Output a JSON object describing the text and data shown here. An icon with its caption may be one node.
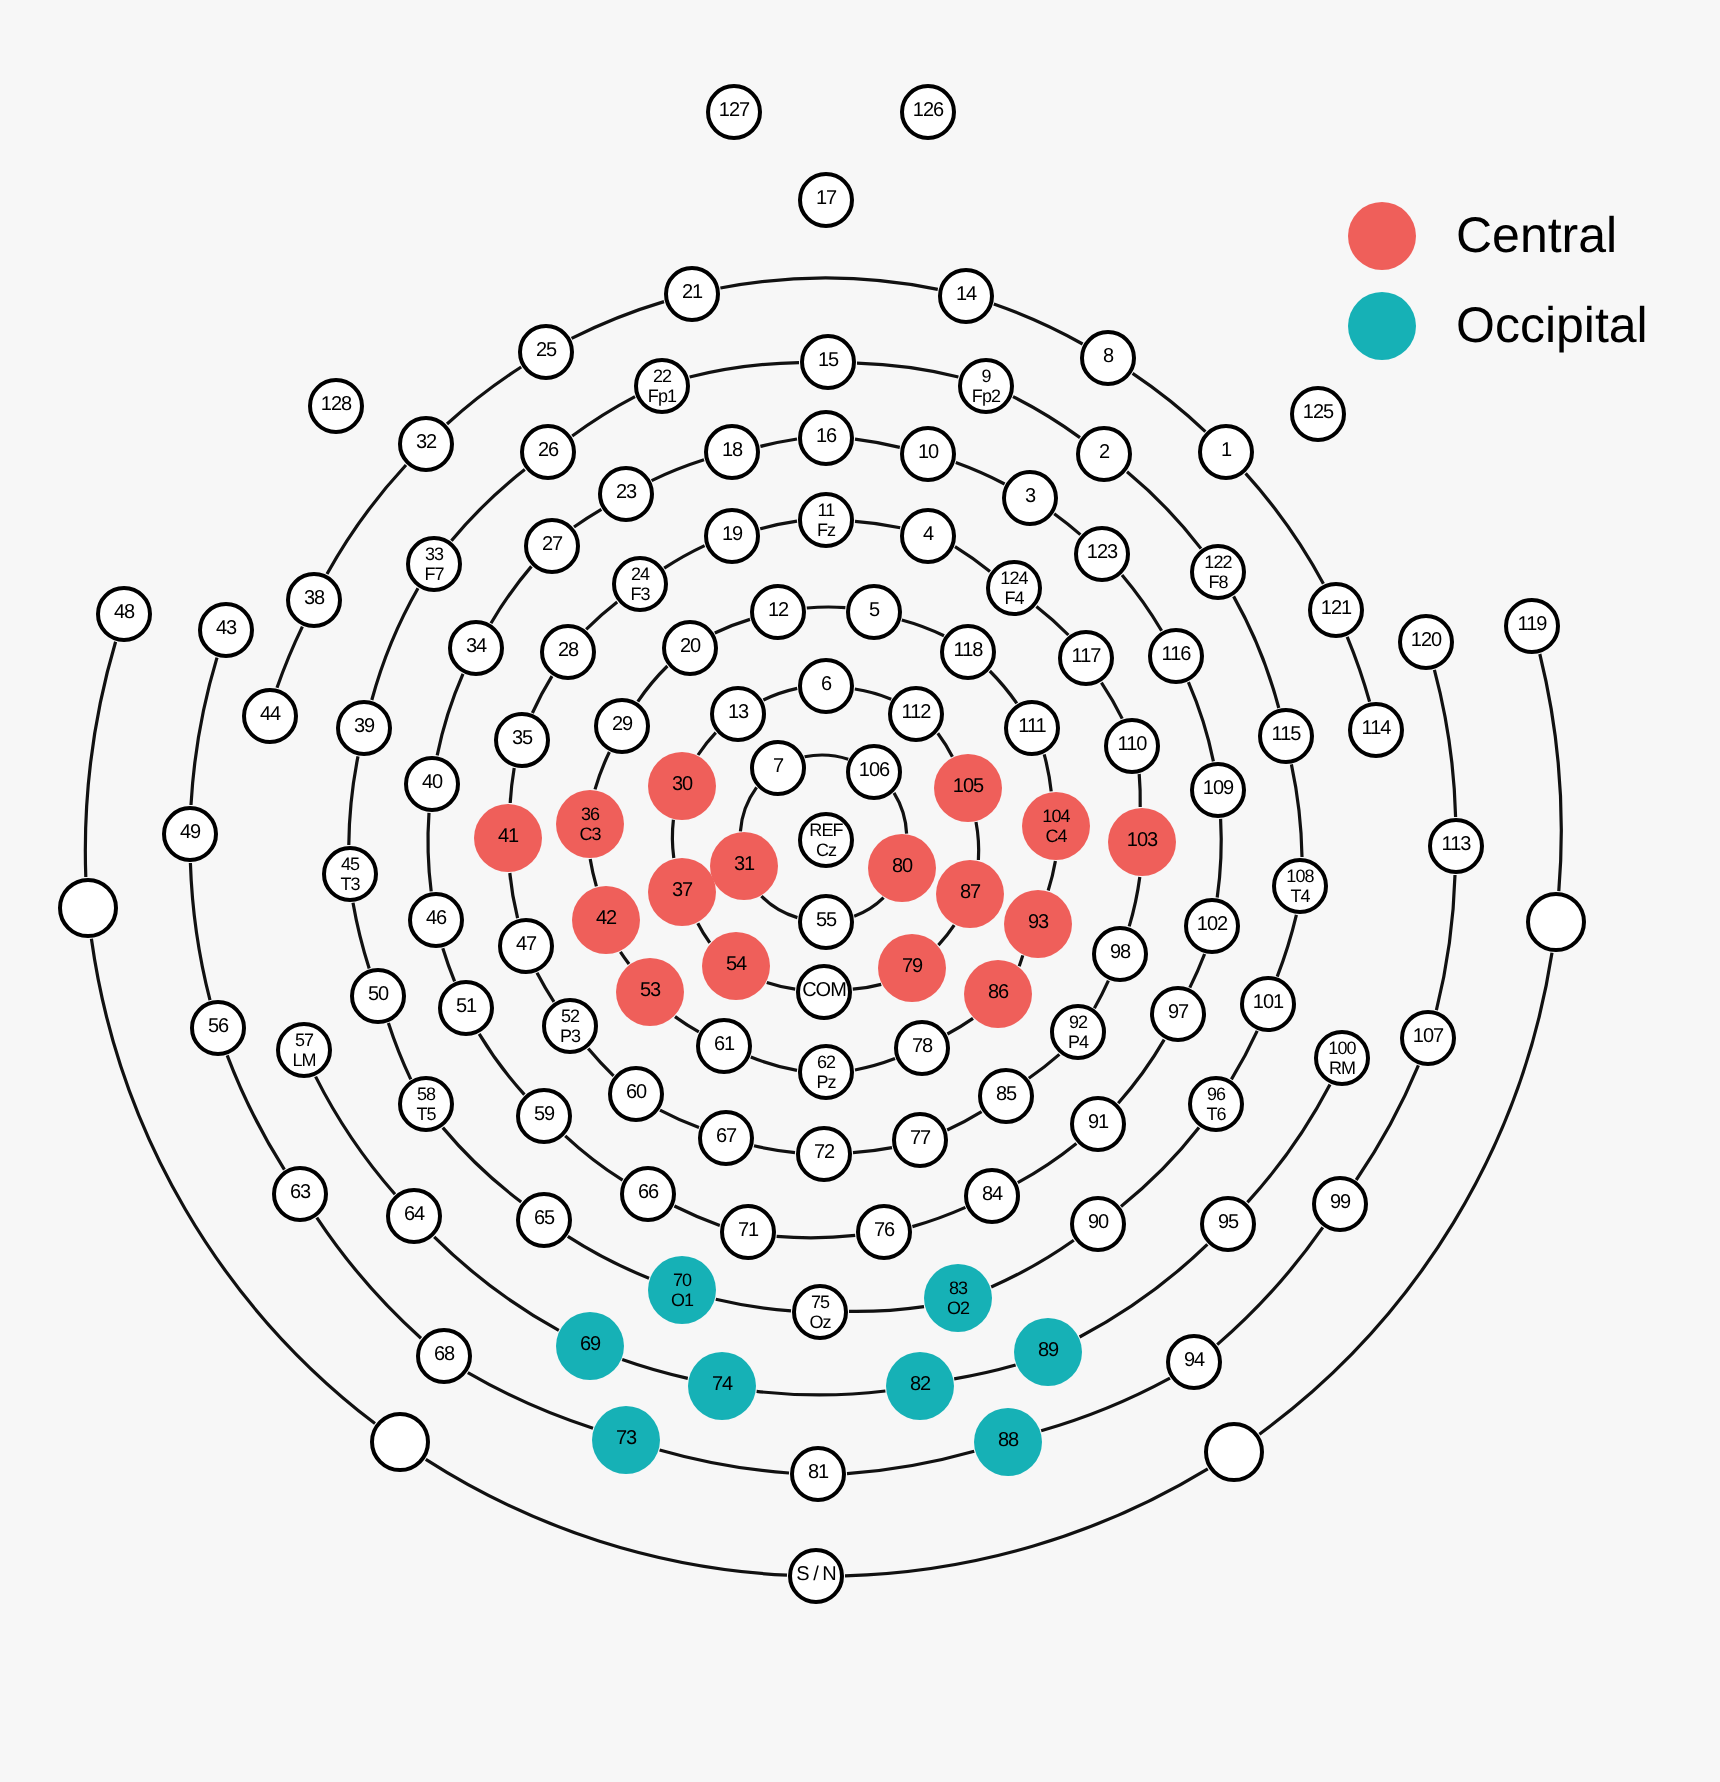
{
  "diagram": {
    "nodes": [
      {
        "text": [
          "127"
        ]
      },
      {
        "text": [
          "126"
        ]
      },
      {
        "text": [
          "17"
        ]
      },
      {
        "text": [
          "128"
        ]
      },
      {
        "text": [
          "125"
        ]
      },
      {
        "text": [
          "REF",
          "Cz"
        ]
      },
      {
        "text": [
          "7"
        ]
      },
      {
        "text": [
          "106"
        ]
      },
      {
        "text": [
          "80"
        ]
      },
      {
        "text": [
          "55"
        ]
      },
      {
        "text": [
          "31"
        ]
      },
      {
        "text": [
          "6"
        ]
      },
      {
        "text": [
          "112"
        ]
      },
      {
        "text": [
          "105"
        ]
      },
      {
        "text": [
          "87"
        ]
      },
      {
        "text": [
          "79"
        ]
      },
      {
        "text": [
          "COM"
        ]
      },
      {
        "text": [
          "54"
        ]
      },
      {
        "text": [
          "37"
        ]
      },
      {
        "text": [
          "30"
        ]
      },
      {
        "text": [
          "13"
        ]
      },
      {
        "text": [
          "12"
        ]
      },
      {
        "text": [
          "5"
        ]
      },
      {
        "text": [
          "118"
        ]
      },
      {
        "text": [
          "111"
        ]
      },
      {
        "text": [
          "104",
          "C4"
        ]
      },
      {
        "text": [
          "93"
        ]
      },
      {
        "text": [
          "86"
        ]
      },
      {
        "text": [
          "78"
        ]
      },
      {
        "text": [
          "62",
          "Pz"
        ]
      },
      {
        "text": [
          "61"
        ]
      },
      {
        "text": [
          "53"
        ]
      },
      {
        "text": [
          "42"
        ]
      },
      {
        "text": [
          "36",
          "C3"
        ]
      },
      {
        "text": [
          "29"
        ]
      },
      {
        "text": [
          "20"
        ]
      },
      {
        "text": [
          "19"
        ]
      },
      {
        "text": [
          "11",
          "Fz"
        ]
      },
      {
        "text": [
          "4"
        ]
      },
      {
        "text": [
          "124",
          "F4"
        ]
      },
      {
        "text": [
          "117"
        ]
      },
      {
        "text": [
          "110"
        ]
      },
      {
        "text": [
          "103"
        ]
      },
      {
        "text": [
          "98"
        ]
      },
      {
        "text": [
          "92",
          "P4"
        ]
      },
      {
        "text": [
          "85"
        ]
      },
      {
        "text": [
          "77"
        ]
      },
      {
        "text": [
          "72"
        ]
      },
      {
        "text": [
          "67"
        ]
      },
      {
        "text": [
          "60"
        ]
      },
      {
        "text": [
          "52",
          "P3"
        ]
      },
      {
        "text": [
          "47"
        ]
      },
      {
        "text": [
          "41"
        ]
      },
      {
        "text": [
          "35"
        ]
      },
      {
        "text": [
          "28"
        ]
      },
      {
        "text": [
          "24",
          "F3"
        ]
      },
      {
        "text": [
          "18"
        ]
      },
      {
        "text": [
          "16"
        ]
      },
      {
        "text": [
          "10"
        ]
      },
      {
        "text": [
          "3"
        ]
      },
      {
        "text": [
          "123"
        ]
      },
      {
        "text": [
          "116"
        ]
      },
      {
        "text": [
          "109"
        ]
      },
      {
        "text": [
          "102"
        ]
      },
      {
        "text": [
          "97"
        ]
      },
      {
        "text": [
          "91"
        ]
      },
      {
        "text": [
          "84"
        ]
      },
      {
        "text": [
          "76"
        ]
      },
      {
        "text": [
          "71"
        ]
      },
      {
        "text": [
          "66"
        ]
      },
      {
        "text": [
          "59"
        ]
      },
      {
        "text": [
          "51"
        ]
      },
      {
        "text": [
          "46"
        ]
      },
      {
        "text": [
          "40"
        ]
      },
      {
        "text": [
          "34"
        ]
      },
      {
        "text": [
          "27"
        ]
      },
      {
        "text": [
          "23"
        ]
      },
      {
        "text": [
          "22",
          "Fp1"
        ]
      },
      {
        "text": [
          "15"
        ]
      },
      {
        "text": [
          "9",
          "Fp2"
        ]
      },
      {
        "text": [
          "2"
        ]
      },
      {
        "text": [
          "122",
          "F8"
        ]
      },
      {
        "text": [
          "115"
        ]
      },
      {
        "text": [
          "108",
          "T4"
        ]
      },
      {
        "text": [
          "101"
        ]
      },
      {
        "text": [
          "96",
          "T6"
        ]
      },
      {
        "text": [
          "90"
        ]
      },
      {
        "text": [
          "83",
          "O2"
        ]
      },
      {
        "text": [
          "75",
          "Oz"
        ]
      },
      {
        "text": [
          "70",
          "O1"
        ]
      },
      {
        "text": [
          "65"
        ]
      },
      {
        "text": [
          "58",
          "T5"
        ]
      },
      {
        "text": [
          "50"
        ]
      },
      {
        "text": [
          "45",
          "T3"
        ]
      },
      {
        "text": [
          "39"
        ]
      },
      {
        "text": [
          "33",
          "F7"
        ]
      },
      {
        "text": [
          "26"
        ]
      },
      {
        "text": [
          "44"
        ]
      },
      {
        "text": [
          "38"
        ]
      },
      {
        "text": [
          "32"
        ]
      },
      {
        "text": [
          "25"
        ]
      },
      {
        "text": [
          "21"
        ]
      },
      {
        "text": [
          "14"
        ]
      },
      {
        "text": [
          "8"
        ]
      },
      {
        "text": [
          "1"
        ]
      },
      {
        "text": [
          "121"
        ]
      },
      {
        "text": [
          "114"
        ]
      },
      {
        "text": [
          "43"
        ]
      },
      {
        "text": [
          "49"
        ]
      },
      {
        "text": [
          "56"
        ]
      },
      {
        "text": [
          "63"
        ]
      },
      {
        "text": [
          "68"
        ]
      },
      {
        "text": [
          "73"
        ]
      },
      {
        "text": [
          "81"
        ]
      },
      {
        "text": [
          "88"
        ]
      },
      {
        "text": [
          "94"
        ]
      },
      {
        "text": [
          "99"
        ]
      },
      {
        "text": [
          "107"
        ]
      },
      {
        "text": [
          "113"
        ]
      },
      {
        "text": [
          "120"
        ]
      },
      {
        "text": [
          "57",
          "LM"
        ]
      },
      {
        "text": [
          "64"
        ]
      },
      {
        "text": [
          "69"
        ]
      },
      {
        "text": [
          "74"
        ]
      },
      {
        "text": [
          "82"
        ]
      },
      {
        "text": [
          "89"
        ]
      },
      {
        "text": [
          "95"
        ]
      },
      {
        "text": [
          "100",
          "RM"
        ]
      },
      {
        "text": [
          "48"
        ]
      },
      {
        "text": [],
        "shape": "circle"
      },
      {
        "text": [],
        "shape": "circle"
      },
      {
        "text": [
          "S / N"
        ]
      },
      {
        "text": [],
        "shape": "circle"
      },
      {
        "text": [],
        "shape": "circle"
      },
      {
        "text": [
          "119"
        ]
      }
    ],
    "edges": [
      {
        "from": 6,
        "to": 7,
        "arrow": "none"
      },
      {
        "from": 7,
        "to": 8,
        "arrow": "none"
      },
      {
        "from": 8,
        "to": 9,
        "arrow": "none"
      },
      {
        "from": 9,
        "to": 10,
        "arrow": "none"
      },
      {
        "from": 10,
        "to": 6,
        "arrow": "none"
      },
      {
        "from": 11,
        "to": 12,
        "arrow": "none"
      },
      {
        "from": 12,
        "to": 13,
        "arrow": "none"
      },
      {
        "from": 13,
        "to": 14,
        "arrow": "none"
      },
      {
        "from": 14,
        "to": 15,
        "arrow": "none"
      },
      {
        "from": 15,
        "to": 16,
        "arrow": "none"
      },
      {
        "from": 16,
        "to": 17,
        "arrow": "none"
      },
      {
        "from": 17,
        "to": 18,
        "arrow": "none"
      },
      {
        "from": 18,
        "to": 19,
        "arrow": "none"
      },
      {
        "from": 19,
        "to": 20,
        "arrow": "none"
      },
      {
        "from": 20,
        "to": 11,
        "arrow": "none"
      },
      {
        "from": 21,
        "to": 22,
        "arrow": "none"
      },
      {
        "from": 22,
        "to": 23,
        "arrow": "none"
      },
      {
        "from": 23,
        "to": 24,
        "arrow": "none"
      },
      {
        "from": 24,
        "to": 25,
        "arrow": "none"
      },
      {
        "from": 25,
        "to": 26,
        "arrow": "none"
      },
      {
        "from": 26,
        "to": 27,
        "arrow": "none"
      },
      {
        "from": 27,
        "to": 28,
        "arrow": "none"
      },
      {
        "from": 28,
        "to": 29,
        "arrow": "none"
      },
      {
        "from": 29,
        "to": 30,
        "arrow": "none"
      },
      {
        "from": 30,
        "to": 31,
        "arrow": "none"
      },
      {
        "from": 31,
        "to": 32,
        "arrow": "none"
      },
      {
        "from": 32,
        "to": 33,
        "arrow": "none"
      },
      {
        "from": 33,
        "to": 34,
        "arrow": "none"
      },
      {
        "from": 34,
        "to": 35,
        "arrow": "none"
      },
      {
        "from": 35,
        "to": 21,
        "arrow": "none"
      },
      {
        "from": 36,
        "to": 37,
        "arrow": "none"
      },
      {
        "from": 37,
        "to": 38,
        "arrow": "none"
      },
      {
        "from": 38,
        "to": 39,
        "arrow": "none"
      },
      {
        "from": 39,
        "to": 40,
        "arrow": "none"
      },
      {
        "from": 40,
        "to": 41,
        "arrow": "none"
      },
      {
        "from": 41,
        "to": 42,
        "arrow": "none"
      },
      {
        "from": 42,
        "to": 43,
        "arrow": "none"
      },
      {
        "from": 43,
        "to": 44,
        "arrow": "none"
      },
      {
        "from": 44,
        "to": 45,
        "arrow": "none"
      },
      {
        "from": 45,
        "to": 46,
        "arrow": "none"
      },
      {
        "from": 46,
        "to": 47,
        "arrow": "none"
      },
      {
        "from": 47,
        "to": 48,
        "arrow": "none"
      },
      {
        "from": 48,
        "to": 49,
        "arrow": "none"
      },
      {
        "from": 49,
        "to": 50,
        "arrow": "none"
      },
      {
        "from": 50,
        "to": 51,
        "arrow": "none"
      },
      {
        "from": 51,
        "to": 52,
        "arrow": "none"
      },
      {
        "from": 52,
        "to": 53,
        "arrow": "none"
      },
      {
        "from": 53,
        "to": 54,
        "arrow": "none"
      },
      {
        "from": 54,
        "to": 55,
        "arrow": "none"
      },
      {
        "from": 55,
        "to": 36,
        "arrow": "none"
      },
      {
        "from": 56,
        "to": 57,
        "arrow": "none"
      },
      {
        "from": 57,
        "to": 58,
        "arrow": "none"
      },
      {
        "from": 58,
        "to": 59,
        "arrow": "none"
      },
      {
        "from": 59,
        "to": 60,
        "arrow": "none"
      },
      {
        "from": 60,
        "to": 61,
        "arrow": "none"
      },
      {
        "from": 61,
        "to": 62,
        "arrow": "none"
      },
      {
        "from": 62,
        "to": 63,
        "arrow": "none"
      },
      {
        "from": 63,
        "to": 64,
        "arrow": "none"
      },
      {
        "from": 64,
        "to": 65,
        "arrow": "none"
      },
      {
        "from": 65,
        "to": 66,
        "arrow": "none"
      },
      {
        "from": 66,
        "to": 67,
        "arrow": "none"
      },
      {
        "from": 67,
        "to": 68,
        "arrow": "none"
      },
      {
        "from": 68,
        "to": 69,
        "arrow": "none"
      },
      {
        "from": 69,
        "to": 70,
        "arrow": "none"
      },
      {
        "from": 70,
        "to": 71,
        "arrow": "none"
      },
      {
        "from": 71,
        "to": 72,
        "arrow": "none"
      },
      {
        "from": 72,
        "to": 73,
        "arrow": "none"
      },
      {
        "from": 73,
        "to": 74,
        "arrow": "none"
      },
      {
        "from": 74,
        "to": 75,
        "arrow": "none"
      },
      {
        "from": 75,
        "to": 76,
        "arrow": "none"
      },
      {
        "from": 76,
        "to": 56,
        "arrow": "none"
      },
      {
        "from": 77,
        "to": 78,
        "arrow": "none"
      },
      {
        "from": 78,
        "to": 79,
        "arrow": "none"
      },
      {
        "from": 79,
        "to": 80,
        "arrow": "none"
      },
      {
        "from": 80,
        "to": 81,
        "arrow": "none"
      },
      {
        "from": 81,
        "to": 82,
        "arrow": "none"
      },
      {
        "from": 82,
        "to": 83,
        "arrow": "none"
      },
      {
        "from": 83,
        "to": 84,
        "arrow": "none"
      },
      {
        "from": 84,
        "to": 85,
        "arrow": "none"
      },
      {
        "from": 85,
        "to": 86,
        "arrow": "none"
      },
      {
        "from": 86,
        "to": 87,
        "arrow": "none"
      },
      {
        "from": 87,
        "to": 88,
        "arrow": "none"
      },
      {
        "from": 88,
        "to": 89,
        "arrow": "none"
      },
      {
        "from": 89,
        "to": 90,
        "arrow": "none"
      },
      {
        "from": 90,
        "to": 91,
        "arrow": "none"
      },
      {
        "from": 91,
        "to": 92,
        "arrow": "none"
      },
      {
        "from": 92,
        "to": 93,
        "arrow": "none"
      },
      {
        "from": 93,
        "to": 94,
        "arrow": "none"
      },
      {
        "from": 94,
        "to": 95,
        "arrow": "none"
      },
      {
        "from": 95,
        "to": 96,
        "arrow": "none"
      },
      {
        "from": 96,
        "to": 77,
        "arrow": "none"
      },
      {
        "from": 97,
        "to": 98,
        "arrow": "none"
      },
      {
        "from": 98,
        "to": 99,
        "arrow": "none"
      },
      {
        "from": 99,
        "to": 100,
        "arrow": "none"
      },
      {
        "from": 100,
        "to": 101,
        "arrow": "none"
      },
      {
        "from": 101,
        "to": 102,
        "arrow": "none"
      },
      {
        "from": 102,
        "to": 103,
        "arrow": "none"
      },
      {
        "from": 103,
        "to": 104,
        "arrow": "none"
      },
      {
        "from": 104,
        "to": 105,
        "arrow": "none"
      },
      {
        "from": 105,
        "to": 106,
        "arrow": "none"
      },
      {
        "from": 107,
        "to": 108,
        "arrow": "none"
      },
      {
        "from": 108,
        "to": 109,
        "arrow": "none"
      },
      {
        "from": 109,
        "to": 110,
        "arrow": "none"
      },
      {
        "from": 110,
        "to": 111,
        "arrow": "none"
      },
      {
        "from": 111,
        "to": 112,
        "arrow": "none"
      },
      {
        "from": 112,
        "to": 113,
        "arrow": "none"
      },
      {
        "from": 113,
        "to": 114,
        "arrow": "none"
      },
      {
        "from": 114,
        "to": 115,
        "arrow": "none"
      },
      {
        "from": 115,
        "to": 116,
        "arrow": "none"
      },
      {
        "from": 116,
        "to": 117,
        "arrow": "none"
      },
      {
        "from": 117,
        "to": 118,
        "arrow": "none"
      },
      {
        "from": 118,
        "to": 119,
        "arrow": "none"
      },
      {
        "from": 120,
        "to": 121,
        "arrow": "none"
      },
      {
        "from": 121,
        "to": 122,
        "arrow": "none"
      },
      {
        "from": 122,
        "to": 123,
        "arrow": "none"
      },
      {
        "from": 123,
        "to": 124,
        "arrow": "none"
      },
      {
        "from": 124,
        "to": 125,
        "arrow": "none"
      },
      {
        "from": 125,
        "to": 126,
        "arrow": "none"
      },
      {
        "from": 126,
        "to": 127,
        "arrow": "none"
      },
      {
        "from": 128,
        "to": 129,
        "arrow": "none"
      },
      {
        "from": 129,
        "to": 130,
        "arrow": "none"
      },
      {
        "from": 130,
        "to": 131,
        "arrow": "none"
      },
      {
        "from": 131,
        "to": 132,
        "arrow": "none"
      },
      {
        "from": 132,
        "to": 133,
        "arrow": "none"
      },
      {
        "from": 133,
        "to": 134,
        "arrow": "none"
      }
    ],
    "legend": [
      {
        "text": "Central",
        "color": "#ef5f5a"
      },
      {
        "text": "Occipital",
        "color": "#16b1b6"
      }
    ]
  }
}
